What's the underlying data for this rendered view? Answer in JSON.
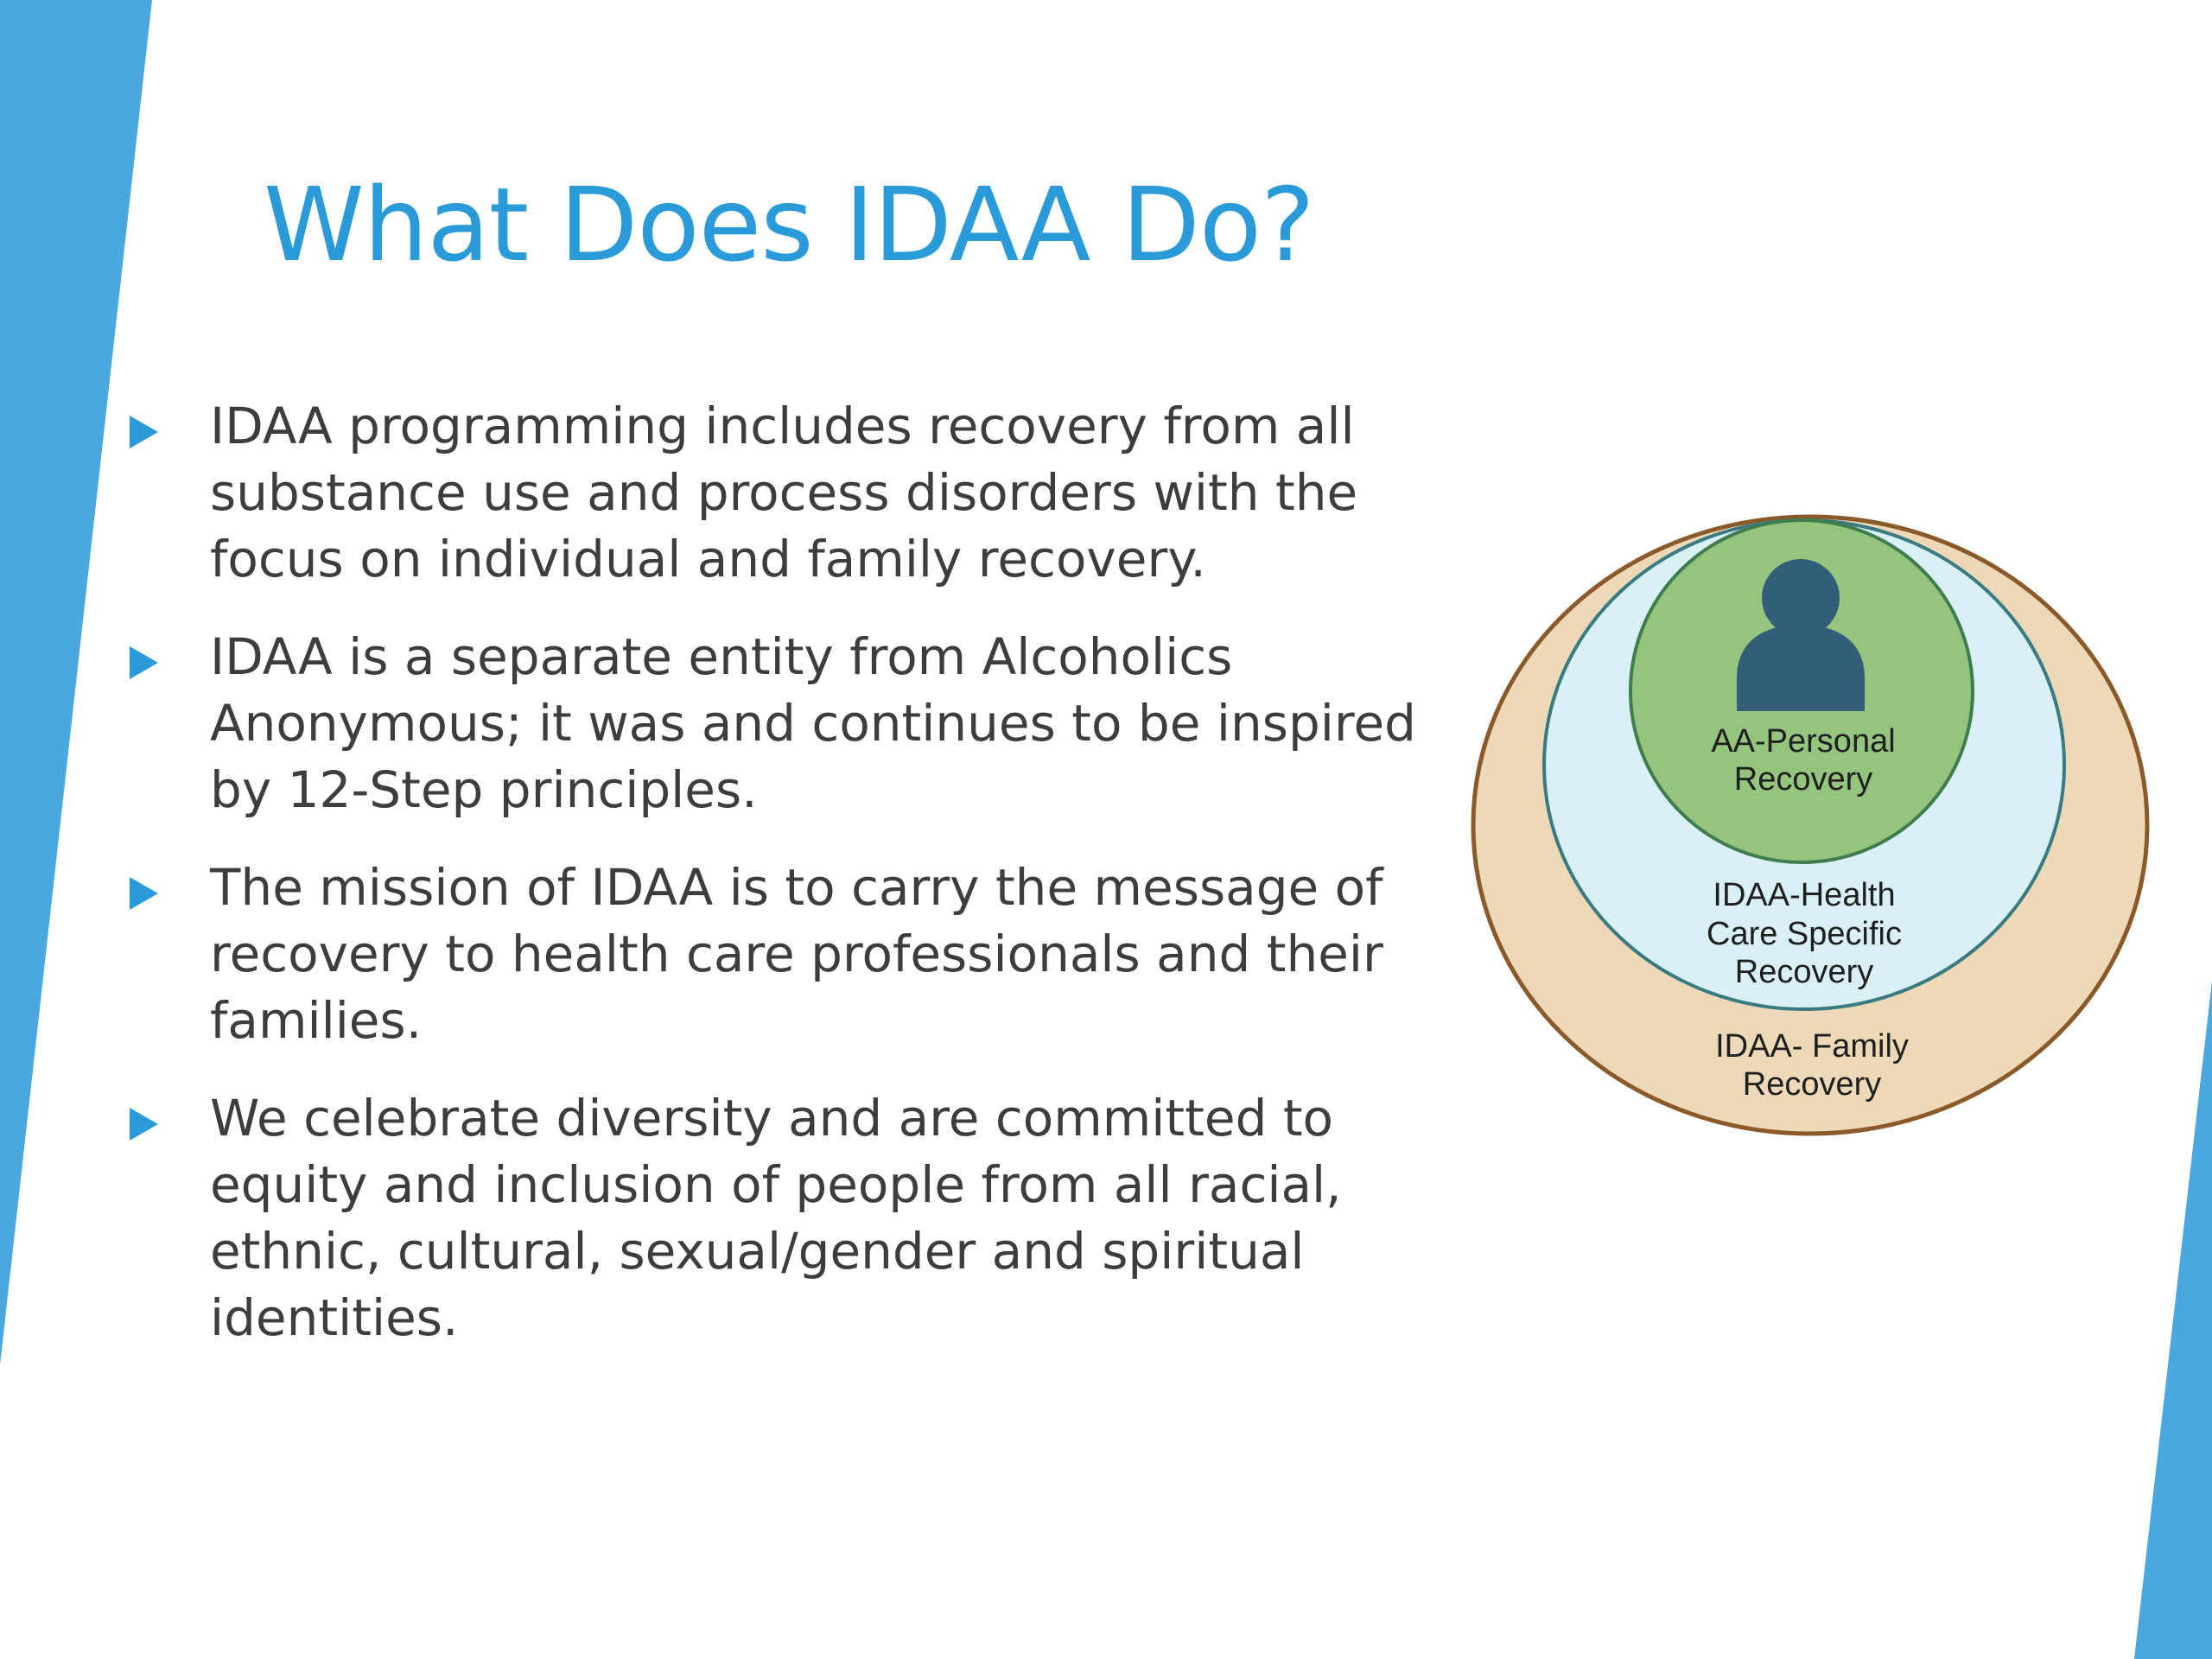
{
  "slide": {
    "title": "What Does IDAA Do?",
    "bullets": [
      "IDAA programming includes recovery from all substance use and process disorders with the focus on individual and family recovery.",
      "IDAA is a separate entity from Alcoholics Anonymous; it was and continues to be inspired by 12-Step principles.",
      "The mission of IDAA is to carry the message of recovery to health care professionals and their families.",
      "We celebrate diversity and are committed to equity and inclusion of people from all racial, ethnic, cultural, sexual/gender and spiritual identities."
    ]
  },
  "diagram": {
    "inner": {
      "line1": "AA-Personal",
      "line2": "Recovery"
    },
    "middle": {
      "line1": "IDAA-Health",
      "line2": "Care Specific",
      "line3": "Recovery"
    },
    "outer": {
      "line1": "IDAA- Family",
      "line2": "Recovery"
    },
    "icon": "person-icon"
  },
  "colors": {
    "accent_blue": "#4aa8de",
    "title_blue": "#2a9bd8",
    "body_text": "#3d3d3d",
    "outer_fill": "#edd9b7",
    "outer_stroke": "#8b5a2b",
    "middle_fill": "#d9f0f5",
    "middle_stroke": "#3a7a83",
    "inner_fill": "#94c47d",
    "inner_stroke": "#3f7d4f",
    "person_fill": "#335e78"
  }
}
